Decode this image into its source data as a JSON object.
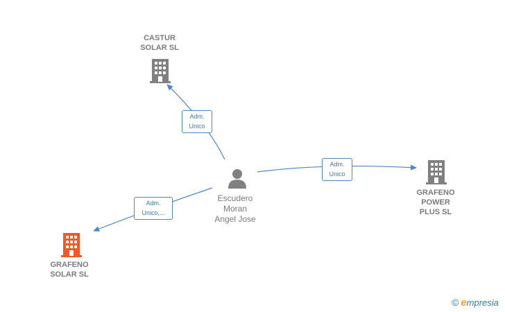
{
  "nodes": {
    "castur": {
      "label": "CASTUR\nSOLAR  SL",
      "color": "#808080"
    },
    "grafeno_power": {
      "label": "GRAFENO\nPOWER\nPLUS  SL",
      "color": "#808080"
    },
    "grafeno_solar": {
      "label": "GRAFENO\nSOLAR  SL",
      "color": "#f05a28"
    },
    "person": {
      "label": "Escudero\nMoran\nAngel Jose",
      "color": "#808080"
    }
  },
  "edges": {
    "to_castur": {
      "label": "Adm.\nUnico"
    },
    "to_grafeno_power": {
      "label": "Adm.\nUnico"
    },
    "to_grafeno_solar": {
      "label": "Adm.\nUnico,..."
    }
  },
  "edge_color": "#4a86c8",
  "brand": {
    "copyright": "©",
    "initial": "e",
    "rest": "mpresia"
  }
}
